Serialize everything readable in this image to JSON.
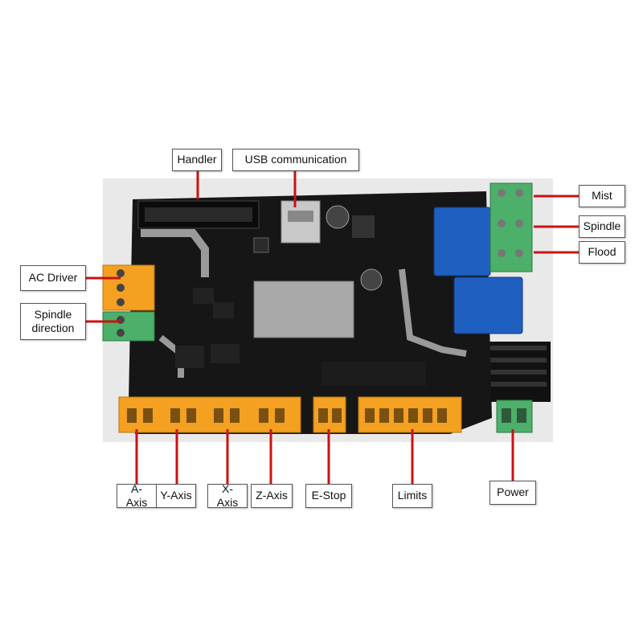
{
  "labels": {
    "handler": "Handler",
    "usb": "USB communication",
    "mist": "Mist",
    "spindle": "Spindle",
    "flood": "Flood",
    "ac_driver": "AC Driver",
    "spindle_direction": "Spindle\ndirection",
    "a_axis": "A-Axis",
    "y_axis": "Y-Axis",
    "x_axis": "X-Axis",
    "z_axis": "Z-Axis",
    "e_stop": "E-Stop",
    "limits": "Limits",
    "power": "Power"
  },
  "colors": {
    "leader_line": "#cc1111",
    "pcb": "#151515",
    "terminal_orange": "#f4a020",
    "terminal_green": "#4caf6a",
    "relay_blue": "#1f5fbf"
  }
}
